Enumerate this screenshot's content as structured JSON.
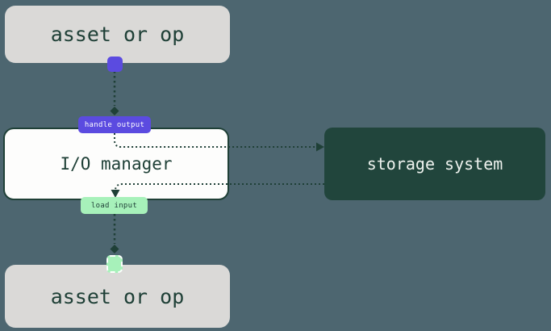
{
  "nodes": {
    "asset_top": {
      "label": "asset or op"
    },
    "io_manager": {
      "label": "I/O manager"
    },
    "asset_bottom": {
      "label": "asset or op"
    },
    "storage": {
      "label": "storage system"
    }
  },
  "edges": {
    "handle_output": {
      "label": "handle output"
    },
    "load_input": {
      "label": "load input"
    }
  },
  "colors": {
    "background": "#4d6670",
    "asset_box_bg": "#dad9d7",
    "dark_green_text": "#1f4037",
    "io_box_bg": "#fdfdfc",
    "io_box_border": "#1f4037",
    "storage_bg": "#21453c",
    "storage_text": "#eef2ee",
    "handle_output_bg": "#5b4be0",
    "handle_output_text": "#ffffff",
    "load_input_bg": "#a7f1ba",
    "load_input_text": "#1f4037",
    "connector_line": "#1f4037"
  }
}
